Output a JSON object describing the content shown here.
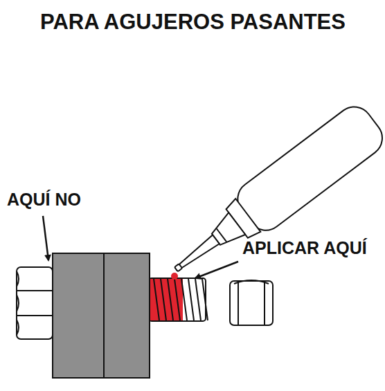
{
  "diagram": {
    "title": "PARA AGUJEROS PASANTES",
    "labels": [
      "AQUÍ NO",
      "APLICAR AQUÍ"
    ]
  }
}
